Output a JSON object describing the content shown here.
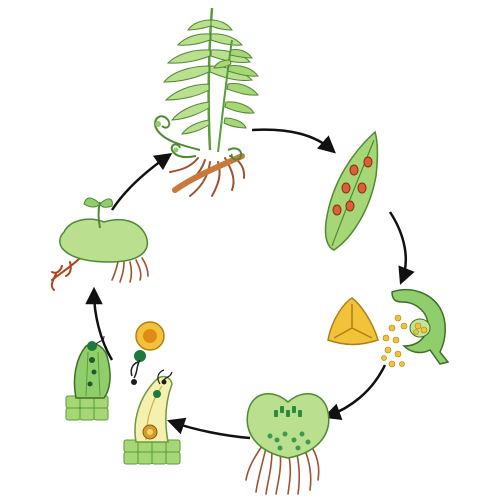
{
  "diagram": {
    "stages": [
      {
        "id": "sporophyte",
        "icon": "fern-sporophyte-icon"
      },
      {
        "id": "pinna-with-sori",
        "icon": "fern-pinna-sori-icon"
      },
      {
        "id": "sporangium-releasing-spores",
        "icon": "sporangium-icon"
      },
      {
        "id": "spore",
        "icon": "spore-icon"
      },
      {
        "id": "gametophyte-prothallus",
        "icon": "prothallus-icon"
      },
      {
        "id": "archegonium-and-antheridium",
        "icon": "gametangia-icon"
      },
      {
        "id": "young-sporophyte-on-gametophyte",
        "icon": "young-sporophyte-icon"
      }
    ],
    "arrow_count": 6,
    "colors": {
      "leaf_light": "#c3e59a",
      "leaf_mid": "#8fce6a",
      "leaf_dark": "#5a9e3a",
      "outline": "#3f6e2a",
      "root": "#a0522d",
      "sorus": "#d9613a",
      "spore": "#f2c33a",
      "arrow": "#111111",
      "sperm": "#1e7a3a",
      "tissue": "#a6d676"
    }
  }
}
